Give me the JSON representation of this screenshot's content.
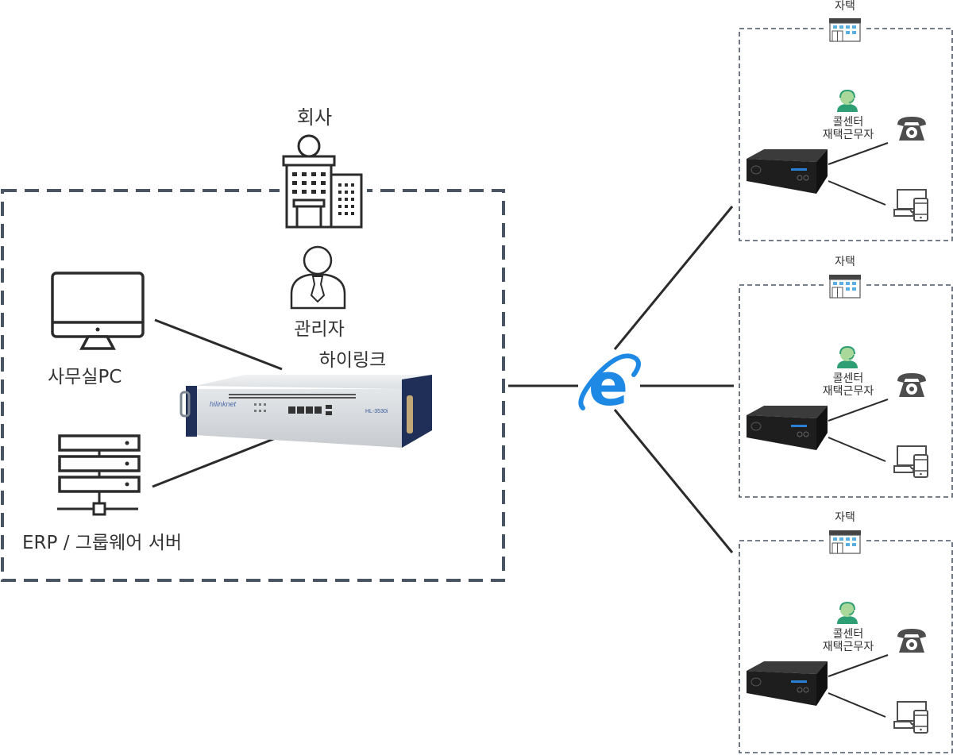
{
  "colors": {
    "dash_border": "#4a5563",
    "line": "#2b2b2b",
    "icon_stroke": "#2b2b2b",
    "ie_blue": "#1e88e5",
    "agent_green": "#2e9e74",
    "agent_face": "#a9d89a",
    "window_blue": "#5aaee0",
    "device_gray": "#4d4d4d"
  },
  "company": {
    "title": "회사",
    "manager_label": "관리자",
    "device_label": "하이링크",
    "device_model": "HL-3530i",
    "pc_label": "사무실PC",
    "server_label": "ERP / 그룹웨어 서버"
  },
  "internet": {
    "icon": "internet-explorer-icon"
  },
  "homes": [
    {
      "title": "자택",
      "agent_line1": "콜센터",
      "agent_line2": "재택근무자",
      "device_icons": [
        "telephone-icon",
        "laptop-mobile-icon"
      ]
    },
    {
      "title": "자택",
      "agent_line1": "콜센터",
      "agent_line2": "재택근무자",
      "device_icons": [
        "telephone-icon",
        "laptop-mobile-icon"
      ]
    },
    {
      "title": "자택",
      "agent_line1": "콜센터",
      "agent_line2": "재택근무자",
      "device_icons": [
        "telephone-icon",
        "laptop-mobile-icon"
      ]
    }
  ]
}
